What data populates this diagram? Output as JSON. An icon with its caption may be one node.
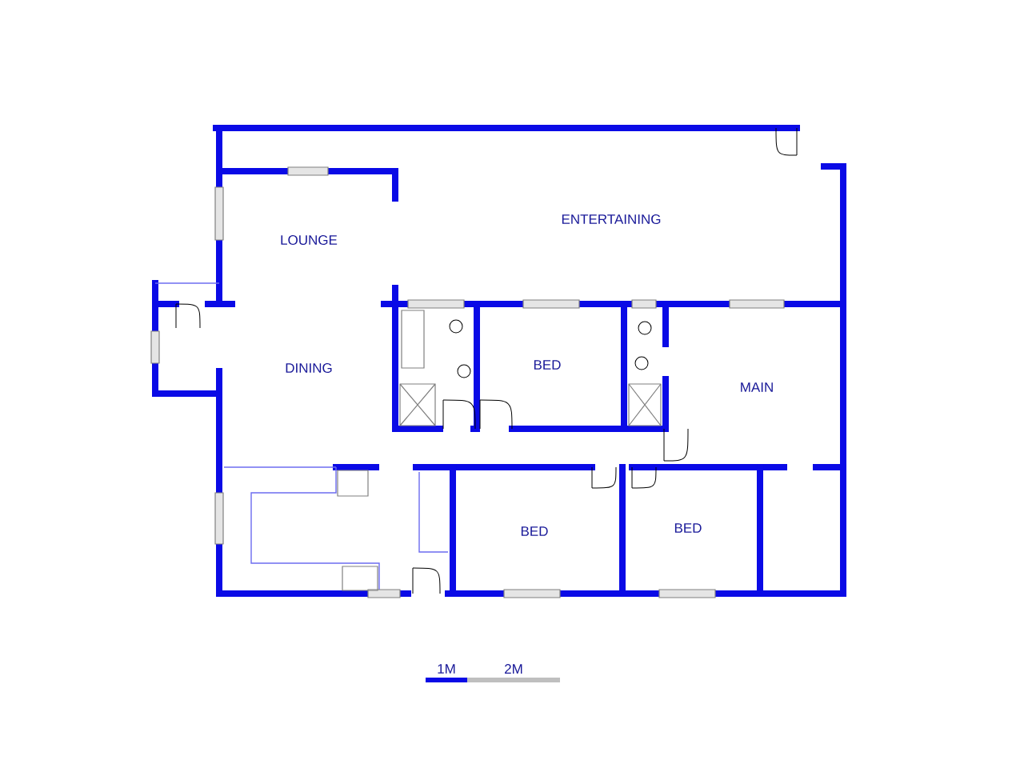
{
  "diagram": {
    "labels": [
      "LOUNGE",
      "ENTERTAINING",
      "DINING",
      "BED",
      "MAIN",
      "BED",
      "BED",
      "1M",
      "2M"
    ]
  }
}
